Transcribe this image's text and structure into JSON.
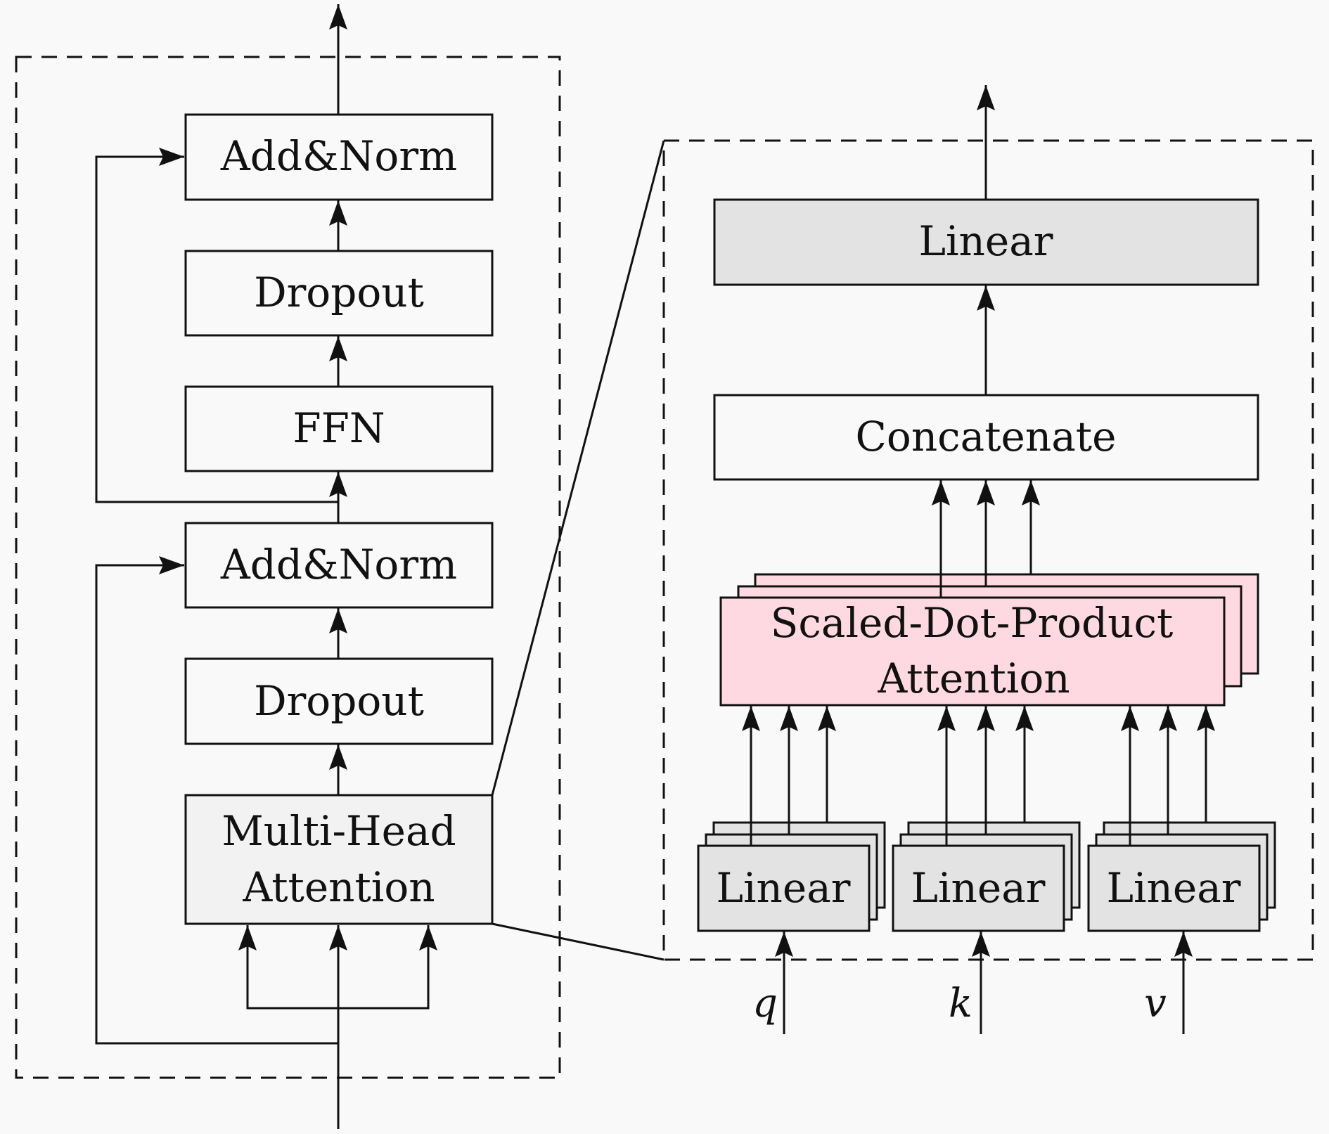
{
  "title": "Transformer encoder layer with Multi-Head Attention detail",
  "colors": {
    "background": "#f9f9f9",
    "stroke": "#111111",
    "white_box": "#f9f9f9",
    "light_gray_box": "#f2f2f2",
    "gray_box": "#e3e3e3",
    "pink_box": "#ffd9e1"
  },
  "encoder_layer": {
    "blocks": [
      {
        "id": "add-norm-top",
        "label": "Add&Norm"
      },
      {
        "id": "dropout-top",
        "label": "Dropout"
      },
      {
        "id": "ffn",
        "label": "FFN"
      },
      {
        "id": "add-norm-bottom",
        "label": "Add&Norm"
      },
      {
        "id": "dropout-bottom",
        "label": "Dropout"
      },
      {
        "id": "multi-head-attention",
        "label_lines": [
          "Multi-Head",
          "Attention"
        ]
      }
    ]
  },
  "multi_head_detail": {
    "output_linear": "Linear",
    "concatenate": "Concatenate",
    "attention_label_lines": [
      "Scaled-Dot-Product",
      "Attention"
    ],
    "input_linears": [
      "Linear",
      "Linear",
      "Linear"
    ],
    "inputs": [
      "q",
      "k",
      "v"
    ]
  }
}
